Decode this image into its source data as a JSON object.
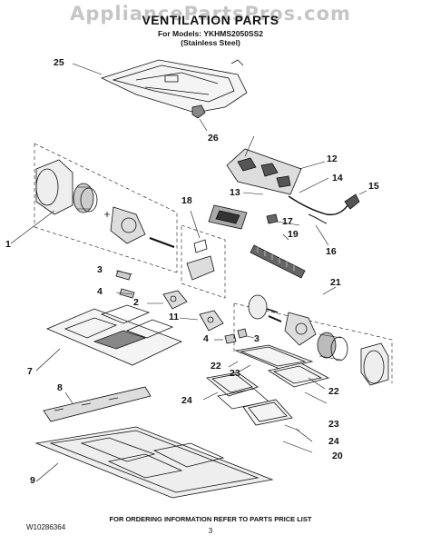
{
  "watermark": "AppliancePartsPros.com",
  "title": "VENTILATION PARTS",
  "subtitle_line1": "For Models: YKHMS2050SS2",
  "subtitle_line2": "(Stainless Steel)",
  "callouts": {
    "c25": "25",
    "c26": "26",
    "c12": "12",
    "c14": "14",
    "c15": "15",
    "c13": "13",
    "c17": "17",
    "c18": "18",
    "c19": "19",
    "c16": "16",
    "c1": "1",
    "c3a": "3",
    "c4a": "4",
    "c2": "2",
    "c21": "21",
    "c11": "11",
    "c4b": "4",
    "c3b": "3",
    "c22a": "22",
    "c23a": "23",
    "c7": "7",
    "c22b": "22",
    "c8": "8",
    "c24a": "24",
    "c23b": "23",
    "c24b": "24",
    "c20": "20",
    "c9": "9"
  },
  "footer": {
    "doc_number": "W10286364",
    "ordering_info": "FOR ORDERING INFORMATION REFER TO PARTS PRICE LIST",
    "page_number": "3"
  }
}
